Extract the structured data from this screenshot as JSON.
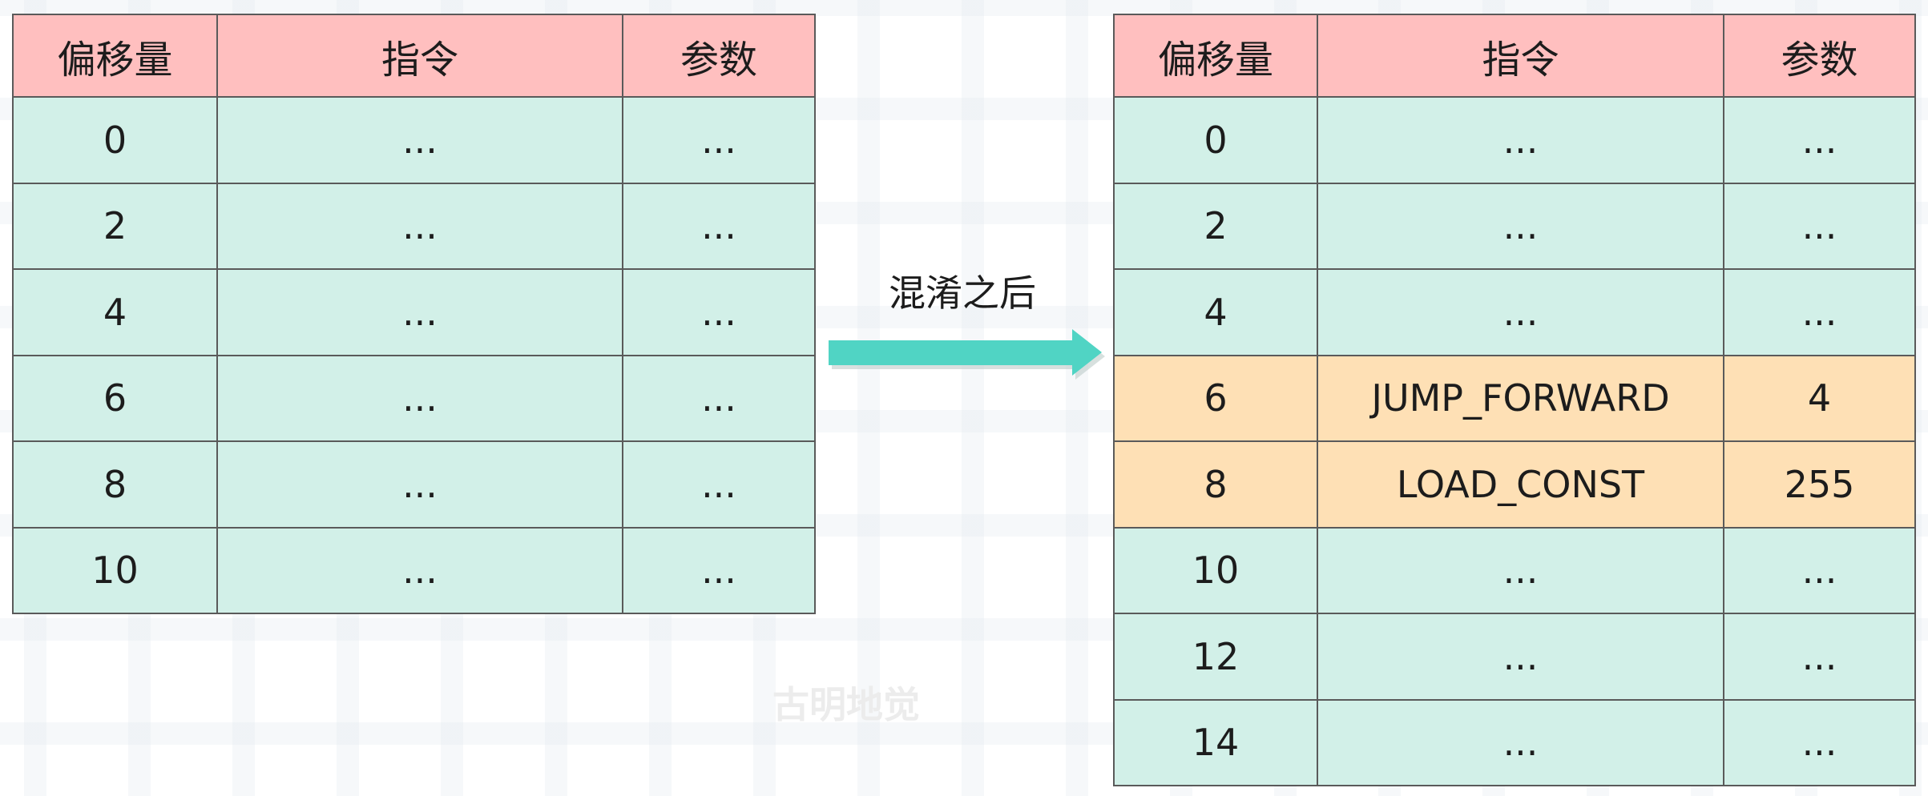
{
  "caption": "混淆之后",
  "watermark": "古明地觉",
  "tables": {
    "before": {
      "headers": [
        "偏移量",
        "指令",
        "参数"
      ],
      "rows": [
        {
          "offset": "0",
          "instruction": "...",
          "argument": "..."
        },
        {
          "offset": "2",
          "instruction": "...",
          "argument": "..."
        },
        {
          "offset": "4",
          "instruction": "...",
          "argument": "..."
        },
        {
          "offset": "6",
          "instruction": "...",
          "argument": "..."
        },
        {
          "offset": "8",
          "instruction": "...",
          "argument": "..."
        },
        {
          "offset": "10",
          "instruction": "...",
          "argument": "..."
        }
      ]
    },
    "after": {
      "headers": [
        "偏移量",
        "指令",
        "参数"
      ],
      "rows": [
        {
          "offset": "0",
          "instruction": "...",
          "argument": "..."
        },
        {
          "offset": "2",
          "instruction": "...",
          "argument": "..."
        },
        {
          "offset": "4",
          "instruction": "...",
          "argument": "..."
        },
        {
          "offset": "6",
          "instruction": "JUMP_FORWARD",
          "argument": "4",
          "highlight": true
        },
        {
          "offset": "8",
          "instruction": "LOAD_CONST",
          "argument": "255",
          "highlight": true
        },
        {
          "offset": "10",
          "instruction": "...",
          "argument": "..."
        },
        {
          "offset": "12",
          "instruction": "...",
          "argument": "..."
        },
        {
          "offset": "14",
          "instruction": "...",
          "argument": "..."
        }
      ]
    }
  },
  "icons": {
    "arrow": "arrow-right-icon"
  },
  "colors": {
    "header_fill": "#ffbfbf",
    "row_fill": "#d2f0e8",
    "highlight_fill": "#fee0b5",
    "border": "#5a5a5a",
    "arrow": "#50d4c4"
  }
}
